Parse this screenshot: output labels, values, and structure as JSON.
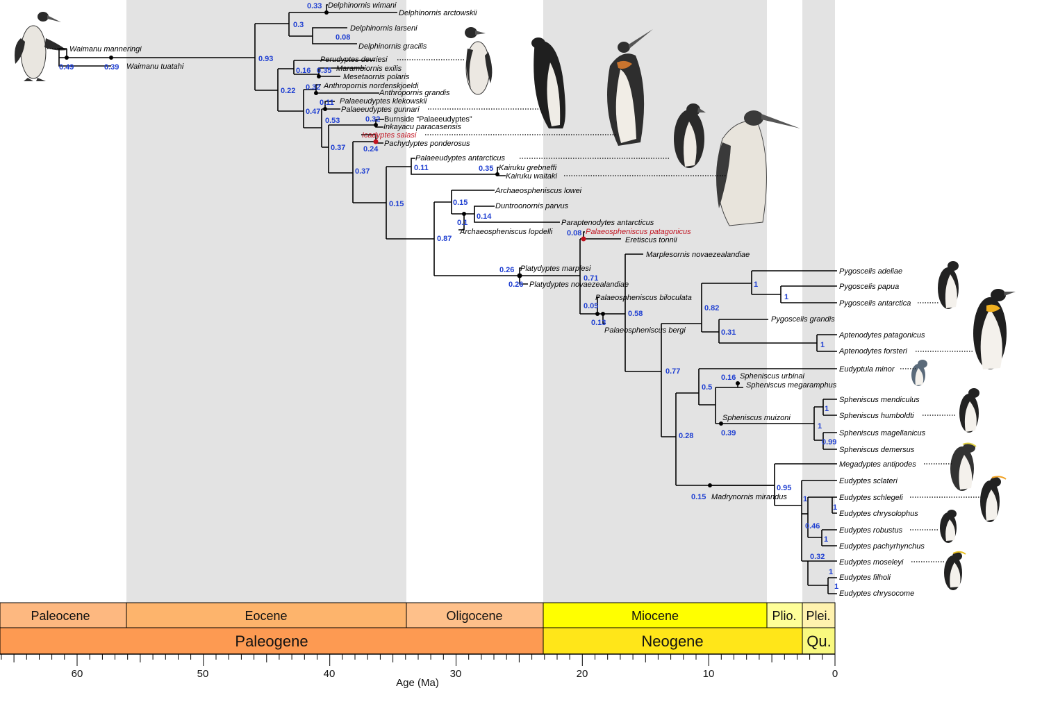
{
  "axis": {
    "title": "Age (Ma)",
    "ticks": [
      "60",
      "50",
      "40",
      "30",
      "20",
      "10",
      "0"
    ]
  },
  "epochs": [
    "Paleocene",
    "Eocene",
    "Oligocene",
    "Miocene",
    "Plio.",
    "Plei."
  ],
  "periods": [
    "Paleogene",
    "Neogene",
    "Qu."
  ],
  "taxa": {
    "waimanu_manneringi": "Waimanu manneringi",
    "waimanu_tuatahi": "Waimanu tuatahi",
    "delphinornis_wimani": "Delphinornis wimani",
    "delphinornis_arctowskii": "Delphinornis arctowskii",
    "delphinornis_larseni": "Delphinornis larseni",
    "delphinornis_gracilis": "Delphinornis gracilis",
    "perudyptes_devriesi": "Perudyptes devriesi",
    "marambiornis_exilis": "Marambiornis exilis",
    "mesetaornis_polaris": "Mesetaornis polaris",
    "anthropornis_nordenskjoeldi": "Anthropornis nordenskjoeldi",
    "anthropornis_grandis": "Anthropornis grandis",
    "palaeeudyptes_klekowskii": "Palaeeudyptes klekowskii",
    "palaeeudyptes_gunnari": "Palaeeudyptes gunnari",
    "burnside_palaeeudyptes": "Burnside “Palaeeudyptes”",
    "inkayacu_paracasensis": "Inkayacu paracasensis",
    "icadyptes_salasi": "Icadyptes salasi",
    "pachydyptes_ponderosus": "Pachydyptes ponderosus",
    "palaeeudyptes_antarcticus": "Palaeeudyptes antarcticus",
    "kairuku_grebneffi": "Kairuku grebneffi",
    "kairuku_waitaki": "Kairuku waitaki",
    "archaeospheniscus_lowei": "Archaeospheniscus lowei",
    "duntroonornis_parvus": "Duntroonornis parvus",
    "paraptenodytes_antarcticus": "Paraptenodytes antarcticus",
    "archaeospheniscus_lopdelli": "Archaeospheniscus lopdelli",
    "palaeospheniscus_patagonicus": "Palaeospheniscus patagonicus",
    "eretiscus_tonnii": "Eretiscus tonnii",
    "marplesornis_novaezealandiae": "Marplesornis novaezealandiae",
    "platydyptes_marplesi": "Platydyptes marplesi",
    "platydyptes_novaezealandiae": "Platydyptes novaezealandiae",
    "palaeospheniscus_biloculata": "Palaeospheniscus biloculata",
    "palaeospheniscus_bergi": "Palaeospheniscus bergi",
    "pygoscelis_adeliae": "Pygoscelis adeliae",
    "pygoscelis_papua": "Pygoscelis papua",
    "pygoscelis_antarctica": "Pygoscelis antarctica",
    "pygoscelis_grandis": "Pygoscelis grandis",
    "aptenodytes_patagonicus": "Aptenodytes patagonicus",
    "aptenodytes_forsteri": "Aptenodytes forsteri",
    "eudyptula_minor": "Eudyptula minor",
    "spheniscus_urbinai": "Spheniscus urbinai",
    "spheniscus_megaramphus": "Spheniscus megaramphus",
    "spheniscus_muizoni": "Spheniscus muizoni",
    "spheniscus_mendiculus": "Spheniscus mendiculus",
    "spheniscus_humboldti": "Spheniscus humboldti",
    "spheniscus_magellanicus": "Spheniscus magellanicus",
    "spheniscus_demersus": "Spheniscus demersus",
    "megadyptes_antipodes": "Megadyptes antipodes",
    "eudyptes_sclateri": "Eudyptes sclateri",
    "madrynornis_mirandus": "Madrynornis mirandus",
    "eudyptes_schlegeli": "Eudyptes schlegeli",
    "eudyptes_chrysolophus": "Eudyptes chrysolophus",
    "eudyptes_robustus": "Eudyptes robustus",
    "eudyptes_pachyrhynchus": "Eudyptes pachyrhynchus",
    "eudyptes_moseleyi": "Eudyptes moseleyi",
    "eudyptes_filholi": "Eudyptes filholi",
    "eudyptes_chrysocome": "Eudyptes chrysocome"
  },
  "support": {
    "s1": "0.49",
    "s2": "0.39",
    "s3": "0.33",
    "s4": "0.3",
    "s5": "0.08",
    "s6": "0.93",
    "s7": "0.16",
    "s8": "0.35",
    "s9": "0.22",
    "s10": "0.32",
    "s11": "0.11",
    "s12": "0.47",
    "s13": "0.53",
    "s14": "0.32",
    "s15": "0.37",
    "s16": "0.24",
    "s17": "0.37",
    "s18": "0.11",
    "s19": "0.35",
    "s20": "0.15",
    "s21": "0.15",
    "s22": "0.1",
    "s23": "0.14",
    "s24": "0.87",
    "s25": "0.08",
    "s26": "0.26",
    "s27": "0.26",
    "s28": "0.71",
    "s29": "0.05",
    "s30": "0.13",
    "s31": "0.58",
    "s32": "1",
    "s33": "1",
    "s34": "0.82",
    "s35": "0.31",
    "s36": "1",
    "s37": "0.77",
    "s38": "0.16",
    "s39": "0.5",
    "s40": "0.39",
    "s41": "1",
    "s42": "1",
    "s43": "0.99",
    "s44": "0.28",
    "s45": "0.95",
    "s46": "0.15",
    "s47": "1",
    "s48": "1",
    "s49": "0.46",
    "s50": "1",
    "s51": "0.32",
    "s52": "1",
    "s53": "1"
  },
  "colors": {
    "support_text": "#1f3fd1",
    "fossil_highlight": "#c1121f",
    "shade_band": "#e3e3e3",
    "paleocene": "#fdb880",
    "eocene": "#fdb46c",
    "oligocene": "#fec08a",
    "miocene": "#ffff00",
    "pliocene": "#ffff99",
    "pleistocene": "#fff2ae",
    "paleogene": "#fd9a52",
    "neogene": "#ffe619",
    "quaternary": "#f9f97f"
  }
}
